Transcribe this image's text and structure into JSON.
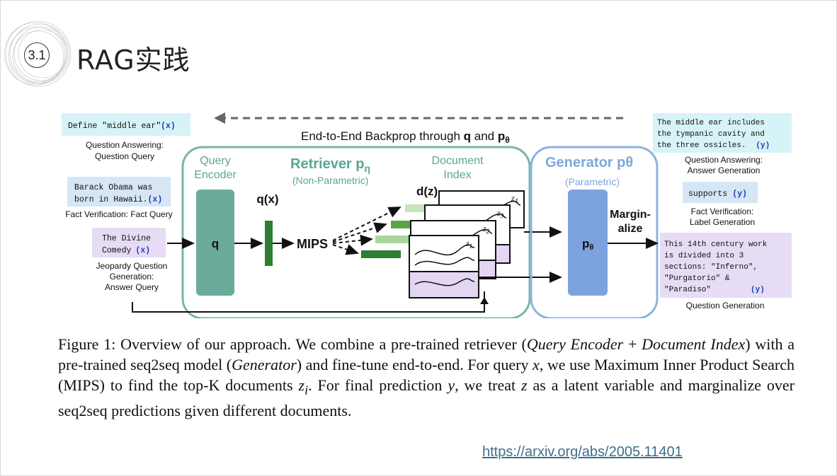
{
  "slide": {
    "section_number": "3.1",
    "title": "RAG实践",
    "url": "https://arxiv.org/abs/2005.11401"
  },
  "figure": {
    "backprop_label_prefix": "End-to-End Backprop through ",
    "backprop_q": "q",
    "backprop_and": " and ",
    "backprop_p": "p",
    "backprop_theta": "θ",
    "retriever_title": "Retriever p",
    "retriever_sub": "η",
    "retriever_note": "(Non-Parametric)",
    "query_encoder": [
      "Query",
      "Encoder"
    ],
    "query_box": "q",
    "qx_label": "q(x)",
    "mips": "MIPS",
    "document_index": [
      "Document",
      "Index"
    ],
    "dz_label": "d(z)",
    "z_labels": [
      "z",
      "z",
      "z",
      "z"
    ],
    "z_subs": [
      "4",
      "3",
      "2",
      "1"
    ],
    "generator_title": "Generator p",
    "generator_sub": "θ",
    "generator_note": "(Parametric)",
    "generator_box": "p",
    "generator_box_sub": "θ",
    "marginalize": [
      "Margin-",
      "alize"
    ],
    "inputs": [
      {
        "lines": [
          "Define \"middle ear\""
        ],
        "tag": "(x)",
        "caption": [
          "Question Answering:",
          "Question Query"
        ],
        "color": "#d6f3f7"
      },
      {
        "lines": [
          "Barack Obama was",
          "born in Hawaii."
        ],
        "tag": "(x)",
        "caption": [
          "Fact Verification: Fact Query"
        ],
        "color": "#d6e6f6"
      },
      {
        "lines": [
          "The Divine",
          "Comedy"
        ],
        "tag": "(x)",
        "caption": [
          "Jeopardy Question",
          "Generation:",
          "Answer Query"
        ],
        "color": "#e6dcf5"
      }
    ],
    "outputs": [
      {
        "lines": [
          "The middle ear includes",
          "the tympanic cavity and",
          "the three ossicles."
        ],
        "tag": "(y)",
        "caption": [
          "Question Answering:",
          "Answer Generation"
        ],
        "color": "#d6f3f7"
      },
      {
        "lines": [
          "supports"
        ],
        "tag": "(y)",
        "caption": [
          "Fact Verification:",
          "Label Generation"
        ],
        "color": "#d6e6f6"
      },
      {
        "lines": [
          "This 14th century work",
          "is divided into 3",
          "sections: \"Inferno\",",
          "\"Purgatorio\" &",
          "\"Paradiso\""
        ],
        "tag": "(y)",
        "caption": [
          "Question Generation"
        ],
        "color": "#e6dcf5"
      }
    ]
  },
  "caption": {
    "p1": "Figure 1: Overview of our approach. We combine a pre-trained retriever (",
    "i1": "Query Encoder",
    "p2": " + ",
    "i2": "Document Index",
    "p3": ") with a pre-trained seq2seq model (",
    "i3": "Generator",
    "p4": ") and fine-tune end-to-end. For query ",
    "i4": "x",
    "p5": ", we use Maximum Inner Product Search (MIPS) to find the top-K documents ",
    "i5": "z",
    "i5sub": "i",
    "p6": ". For final prediction ",
    "i6": "y",
    "p7": ", we treat ",
    "i7": "z",
    "p8": " as a latent variable and marginalize over seq2seq predictions given different documents."
  }
}
